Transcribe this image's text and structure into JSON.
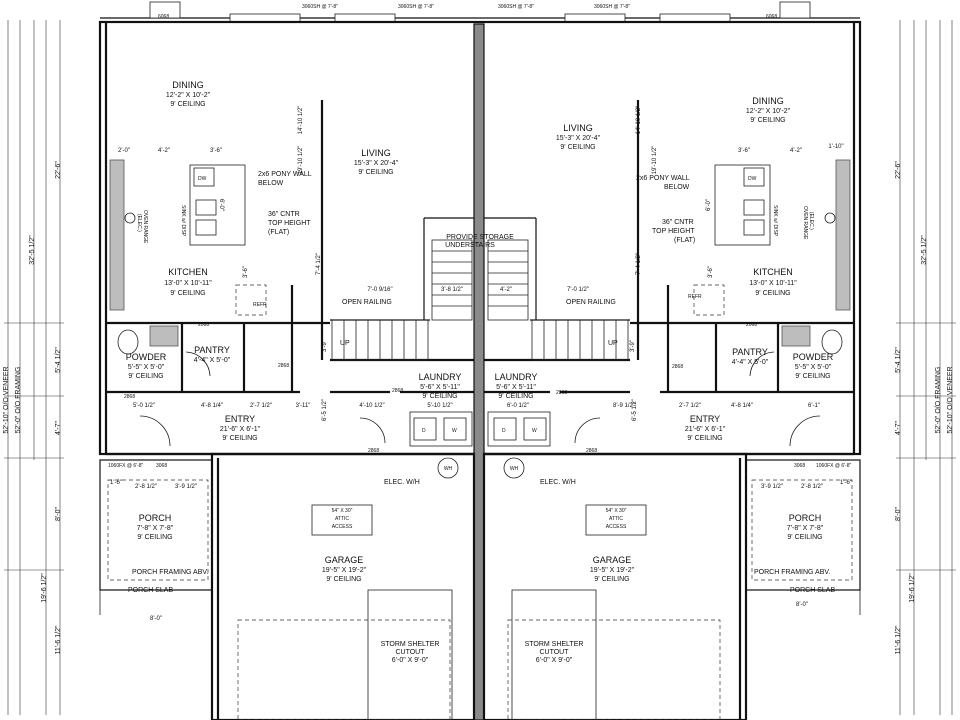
{
  "rooms": {
    "dining_l": {
      "name": "DINING",
      "size": "12'-2\" X 10'-2\"",
      "ceil": "9' CEILING"
    },
    "dining_r": {
      "name": "DINING",
      "size": "12'-2\" X 10'-2\"",
      "ceil": "9' CEILING"
    },
    "living_l": {
      "name": "LIVING",
      "size": "15'-3\" X 20'-4\"",
      "ceil": "9' CEILING"
    },
    "living_r": {
      "name": "LIVING",
      "size": "15'-3\" X 20'-4\"",
      "ceil": "9' CEILING"
    },
    "kitchen_l": {
      "name": "KITCHEN",
      "size": "13'-0\" X 10'-11\"",
      "ceil": "9' CEILING"
    },
    "kitchen_r": {
      "name": "KITCHEN",
      "size": "13'-0\" X 10'-11\"",
      "ceil": "9' CEILING"
    },
    "powder_l": {
      "name": "POWDER",
      "size": "5'-5\" X 5'-0\"",
      "ceil": "9' CEILING"
    },
    "powder_r": {
      "name": "POWDER",
      "size": "5'-5\" X 5'-0\"",
      "ceil": "9' CEILING"
    },
    "pantry_l": {
      "name": "PANTRY",
      "size": "4'-4\" X 5'-0\""
    },
    "pantry_r": {
      "name": "PANTRY",
      "size": "4'-4\" X 5'-0\""
    },
    "laundry_l": {
      "name": "LAUNDRY",
      "size": "5'-6\" X 5'-11\"",
      "ceil": "9' CEILING"
    },
    "laundry_r": {
      "name": "LAUNDRY",
      "size": "5'-6\" X 5'-11\"",
      "ceil": "9' CEILING"
    },
    "entry_l": {
      "name": "ENTRY",
      "size": "21'-6\" X 6'-1\"",
      "ceil": "9' CEILING"
    },
    "entry_r": {
      "name": "ENTRY",
      "size": "21'-6\" X 6'-1\"",
      "ceil": "9' CEILING"
    },
    "porch_l": {
      "name": "PORCH",
      "size": "7'-8\" X 7'-8\"",
      "ceil": "9' CEILING"
    },
    "porch_r": {
      "name": "PORCH",
      "size": "7'-8\" X 7'-8\"",
      "ceil": "9' CEILING"
    },
    "garage_l": {
      "name": "GARAGE",
      "size": "19'-5\" X 19'-2\"",
      "ceil": "9' CEILING"
    },
    "garage_r": {
      "name": "GARAGE",
      "size": "19'-5\" X 19'-2\"",
      "ceil": "9' CEILING"
    }
  },
  "notes": {
    "pony_wall": [
      "2x6 PONY WALL",
      "BELOW"
    ],
    "counter": [
      "36\" CNTR",
      "TOP HEIGHT",
      "(FLAT)"
    ],
    "storage": [
      "PROVIDE STORAGE",
      "UNDERSTAIRS"
    ],
    "open_railing": "OPEN RAILING",
    "up": "UP",
    "elec_wh": "ELEC. W/H",
    "wh": "WH",
    "attic": [
      "54\" X 30\"",
      "ATTIC",
      "ACCESS"
    ],
    "shelter": [
      "STORM SHELTER",
      "CUTOUT",
      "6'-0\" X 9'-0\""
    ],
    "porch_framing": "PORCH FRAMING ABV.",
    "porch_slab": "PORCH SLAB",
    "refr": "REFR",
    "oven": [
      "OVEN RANGE",
      "(ELEC.)"
    ],
    "sink": "SINK w/ DISP",
    "dw": "DW",
    "d": "D",
    "w": "W"
  },
  "dims": {
    "veneer": "52'-10\" O/O VENEER",
    "framing": "52'-0\" O/O FRAMING",
    "d_22_6": "22'-6\"",
    "d_32_5": "32'-5 1/2\"",
    "d_5_4": "5'-4 1/2\"",
    "d_4_7": "4'-7\"",
    "d_8_0": "8'-0\"",
    "d_19_6": "19'-6 1/2\"",
    "d_11_6": "11'-6 1/2\"",
    "d_14_10": "14'-10 1/2\"",
    "d_19_10": "19'-10 1/2\"",
    "d_7_4": "7'-4 1/2\"",
    "d_3_9": "3'-9\"",
    "d_6_5": "6'-5 1/2\"",
    "d_6_0": "6'-0\"",
    "d_3_6v": "3'-6\"",
    "d_2_0": "2'-0\"",
    "d_4_2": "4'-2\"",
    "d_3_6": "3'-6\"",
    "d_1_10": "1'-10\"",
    "d_7_0_9": "7'-0 9/16\"",
    "d_3_8": "3'-8 1/2\"",
    "d_7_0_12": "7'-0 1/2\"",
    "d_5_0": "5'-0 1/2\"",
    "d_4_8": "4'-8 1/4\"",
    "d_2_7": "2'-7 1/2\"",
    "d_3_11": "3'-11\"",
    "d_4_10": "4'-10 1/2\"",
    "d_5_10": "5'-10 1/2\"",
    "d_6_0_12": "6'-0 1/2\"",
    "d_8_9": "8'-9 1/2\"",
    "d_6_1": "6'-1\"",
    "d_1_6": "1'-6\"",
    "d_2_8": "2'-8 1/2\"",
    "d_3_9_12": "3'-9 1/2\""
  },
  "tags": {
    "t2868": "2868",
    "t3068": "3068",
    "t2068": "2068",
    "t6068": "6068",
    "t1060": "1060FX @ 6'-8\"",
    "t3060": "3060SH @ 7'-8\""
  }
}
